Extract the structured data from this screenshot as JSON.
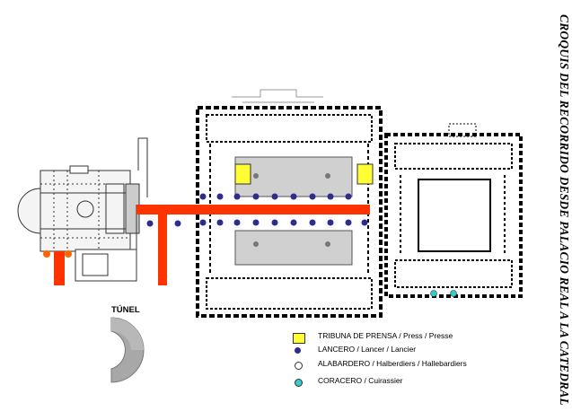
{
  "title": "CROQUIS DEL RECORRIDO DESDE PALACIO REAL A LA CATEDRAL",
  "tunnel_label": "TÚNEL",
  "legend": [
    {
      "symbol": "yellow-square",
      "color": "#ffff33",
      "label": "TRIBUNA DE PRENSA / Press / Presse"
    },
    {
      "symbol": "dark-blue-dot",
      "color": "#2d2d8c",
      "label": "LANCERO / Lancer / Lancier"
    },
    {
      "symbol": "white-dot",
      "color": "#ffffff",
      "label": "ALABARDERO / Halberdiers / Hallebardiers"
    },
    {
      "symbol": "cyan-dot",
      "color": "#33cccc",
      "label": "CORACERO / Cuirassier"
    }
  ],
  "colors": {
    "route": "#ff3300",
    "courtyard": "#d0d0d0",
    "tunnel": "#a8a8a8",
    "lancer": "#2d2d8c",
    "press": "#ffff33",
    "cuirassier": "#33cccc"
  }
}
